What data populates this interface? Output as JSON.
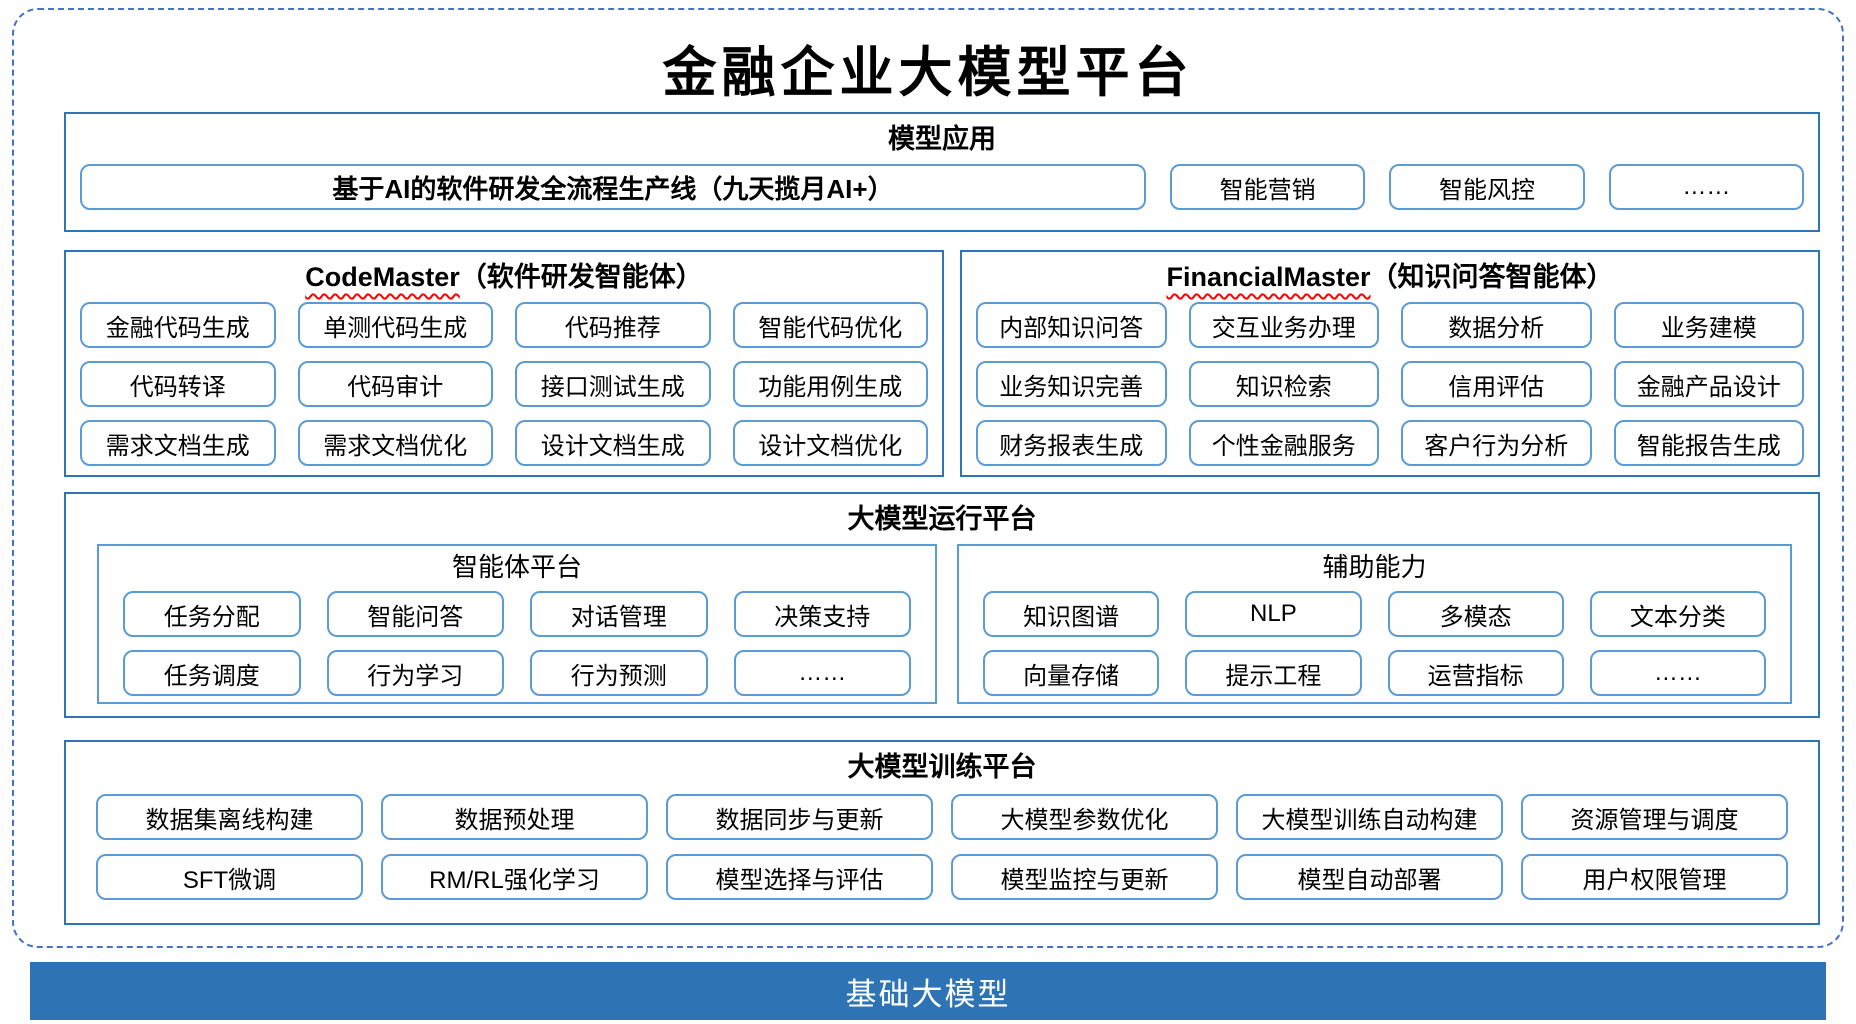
{
  "page_title": "金融企业大模型平台",
  "colors": {
    "frame_border": "#4472C4",
    "box_border": "#2E75B6",
    "pill_border": "#5B9BD5",
    "banner_bg": "#2E74B5",
    "spellcheck_underline": "#FF0000"
  },
  "sections": {
    "model_applications": {
      "title": "模型应用",
      "main_pill": "基于AI的软件研发全流程生产线（九天揽月AI+）",
      "pills": [
        "智能营销",
        "智能风控",
        "……"
      ]
    },
    "code_master": {
      "name": "CodeMaster",
      "subtitle": "（软件研发智能体）",
      "items": [
        "金融代码生成",
        "单测代码生成",
        "代码推荐",
        "智能代码优化",
        "代码转译",
        "代码审计",
        "接口测试生成",
        "功能用例生成",
        "需求文档生成",
        "需求文档优化",
        "设计文档生成",
        "设计文档优化"
      ]
    },
    "financial_master": {
      "name": "FinancialMaster",
      "subtitle": "（知识问答智能体）",
      "items": [
        "内部知识问答",
        "交互业务办理",
        "数据分析",
        "业务建模",
        "业务知识完善",
        "知识检索",
        "信用评估",
        "金融产品设计",
        "财务报表生成",
        "个性金融服务",
        "客户行为分析",
        "智能报告生成"
      ]
    },
    "runtime_platform": {
      "title": "大模型运行平台",
      "agent_platform": {
        "title": "智能体平台",
        "items": [
          "任务分配",
          "智能问答",
          "对话管理",
          "决策支持",
          "任务调度",
          "行为学习",
          "行为预测",
          "……"
        ]
      },
      "auxiliary_capabilities": {
        "title": "辅助能力",
        "items": [
          "知识图谱",
          "NLP",
          "多模态",
          "文本分类",
          "向量存储",
          "提示工程",
          "运营指标",
          "……"
        ]
      }
    },
    "training_platform": {
      "title": "大模型训练平台",
      "items": [
        "数据集离线构建",
        "数据预处理",
        "数据同步与更新",
        "大模型参数优化",
        "大模型训练自动构建",
        "资源管理与调度",
        "SFT微调",
        "RM/RL强化学习",
        "模型选择与评估",
        "模型监控与更新",
        "模型自动部署",
        "用户权限管理"
      ]
    },
    "base_model": {
      "title": "基础大模型"
    }
  }
}
